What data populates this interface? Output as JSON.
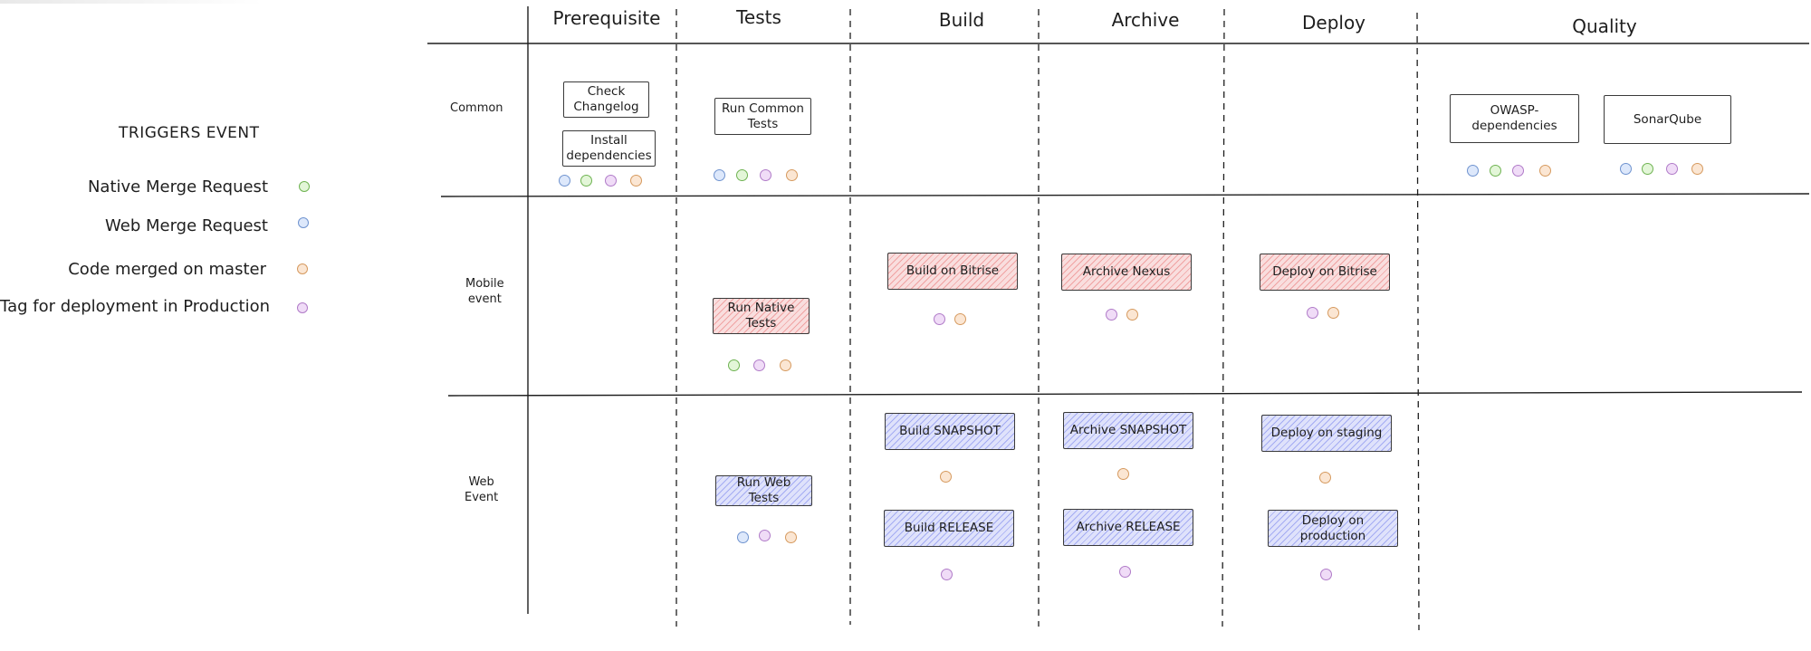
{
  "colors": {
    "stroke": "#1e1e1e",
    "native_merge": "#6fb352",
    "web_merge": "#6f93cf",
    "code_master": "#d69a5f",
    "tag_prod": "#b07bc8",
    "red_fill": "#f9dede",
    "blue_fill": "#dfe2fb"
  },
  "legend": {
    "title": "TRIGGERS EVENT",
    "items": [
      {
        "label": "Native Merge Request",
        "color": "green"
      },
      {
        "label": "Web Merge Request",
        "color": "blue"
      },
      {
        "label": "Code merged on master",
        "color": "orange"
      },
      {
        "label": "Tag for deployment in Production",
        "color": "purple"
      }
    ]
  },
  "columns": [
    "Prerequisite",
    "Tests",
    "Build",
    "Archive",
    "Deploy",
    "Quality"
  ],
  "rows": [
    "Common",
    "Mobile\nevent",
    "Web\nEvent"
  ],
  "jobs": {
    "check_changelog": {
      "label": "Check\nChangelog",
      "dots": []
    },
    "install_dependencies": {
      "label": "Install\ndependencies",
      "dots": [
        "blue",
        "green",
        "purple",
        "orange"
      ]
    },
    "run_common_tests": {
      "label": "Run Common\nTests",
      "dots": [
        "blue",
        "green",
        "purple",
        "orange"
      ]
    },
    "owasp": {
      "label": "OWASP-dependencies",
      "dots": [
        "blue",
        "green",
        "purple",
        "orange"
      ]
    },
    "sonarqube": {
      "label": "SonarQube",
      "dots": [
        "blue",
        "green",
        "purple",
        "orange"
      ]
    },
    "run_native_tests": {
      "label": "Run Native\nTests",
      "dots": [
        "green",
        "purple",
        "orange"
      ]
    },
    "build_bitrise": {
      "label": "Build on Bitrise",
      "dots": [
        "purple",
        "orange"
      ]
    },
    "archive_nexus": {
      "label": "Archive Nexus",
      "dots": [
        "purple",
        "orange"
      ]
    },
    "deploy_bitrise": {
      "label": "Deploy on Bitrise",
      "dots": [
        "purple",
        "orange"
      ]
    },
    "run_web_tests": {
      "label": "Run Web Tests",
      "dots": [
        "blue",
        "purple",
        "orange"
      ]
    },
    "build_snapshot": {
      "label": "Build SNAPSHOT",
      "dots": [
        "orange"
      ]
    },
    "archive_snapshot": {
      "label": "Archive SNAPSHOT",
      "dots": [
        "orange"
      ]
    },
    "deploy_staging": {
      "label": "Deploy on staging",
      "dots": [
        "orange"
      ]
    },
    "build_release": {
      "label": "Build RELEASE",
      "dots": [
        "purple"
      ]
    },
    "archive_release": {
      "label": "Archive RELEASE",
      "dots": [
        "purple"
      ]
    },
    "deploy_production": {
      "label": "Deploy on production",
      "dots": [
        "purple"
      ]
    }
  }
}
